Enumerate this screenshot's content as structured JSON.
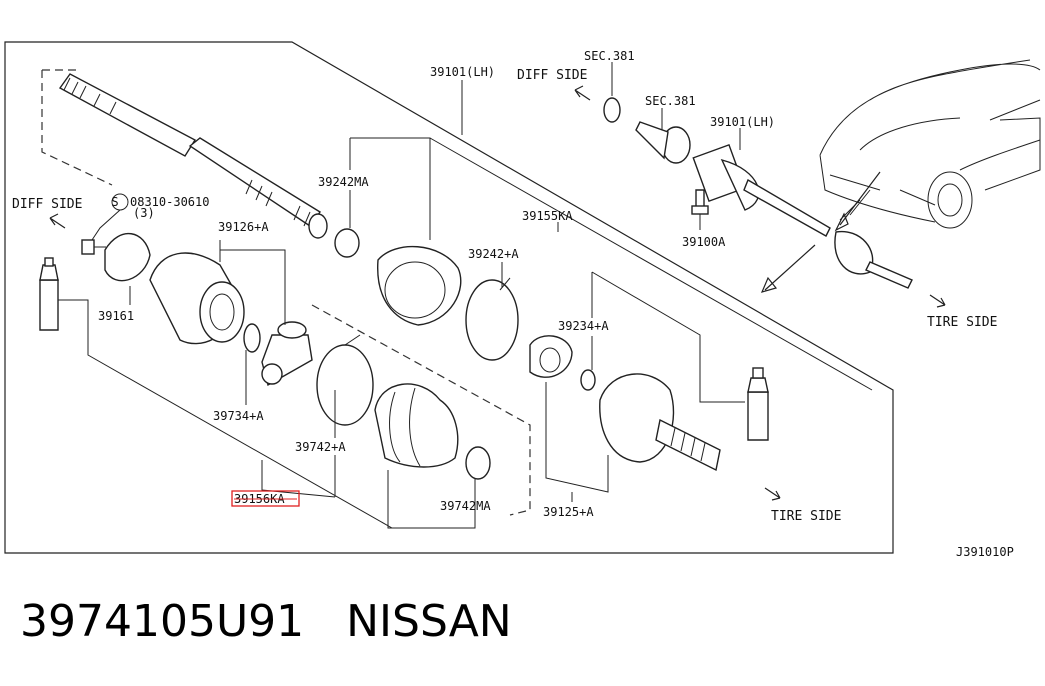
{
  "diagram": {
    "code": "J391010P",
    "labels": {
      "l39101_top": "39101(LH)",
      "l39101_right": "39101(LH)",
      "sec381_a": "SEC.381",
      "sec381_b": "SEC.381",
      "diff_side_top": "DIFF SIDE",
      "diff_side_left": "DIFF SIDE",
      "bolt": "08310-30610",
      "bolt_qty": "(3)",
      "bolt_symbol": "S",
      "l39242MA": "39242MA",
      "l39155KA": "39155KA",
      "l39126A": "39126+A",
      "l39242A": "39242+A",
      "l39100A": "39100A",
      "l39161": "39161",
      "l39234A": "39234+A",
      "l39734A": "39734+A",
      "l39742A": "39742+A",
      "l39156KA": "39156KA",
      "l39742MA": "39742MA",
      "l39125A": "39125+A",
      "tire_side_right": "TIRE SIDE",
      "tire_side_bottom": "TIRE SIDE"
    },
    "highlight_color": "#e02020"
  },
  "caption": {
    "part_number": "3974105U91",
    "brand": "NISSAN"
  }
}
